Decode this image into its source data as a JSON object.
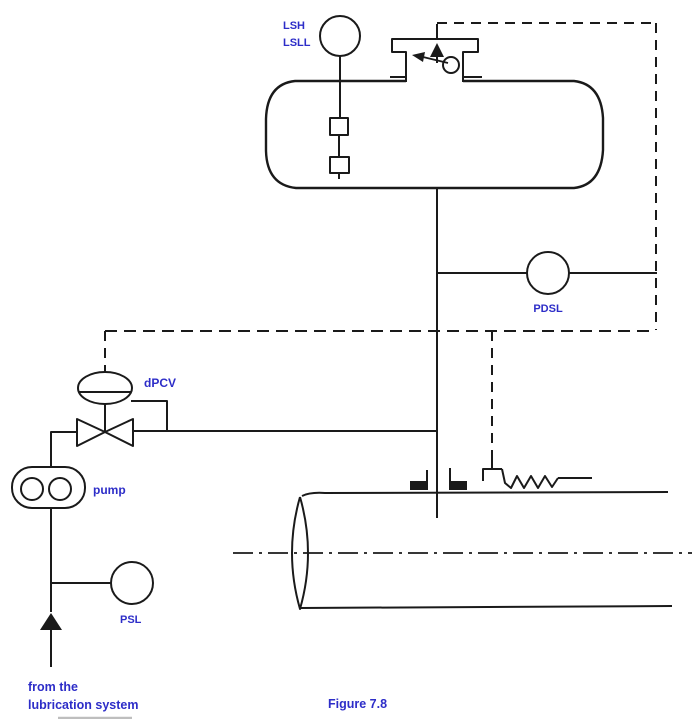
{
  "figure": {
    "caption": "Figure 7.8",
    "type": "piping-and-instrumentation-diagram",
    "colors": {
      "line": "#1a1a1a",
      "label_blue": "#2d2dc8",
      "background": "#ffffff"
    },
    "instruments": {
      "level_switch": {
        "label_line1": "LSH",
        "label_line2": "LSLL"
      },
      "differential_pressure_switch": {
        "label": "PDSL"
      },
      "differential_pressure_control_valve": {
        "label": "dPCV"
      },
      "pump": {
        "label": "pump"
      },
      "pressure_switch": {
        "label": "PSL"
      }
    },
    "annotations": {
      "source_line1": "from the",
      "source_line2": "lubrication system"
    }
  }
}
